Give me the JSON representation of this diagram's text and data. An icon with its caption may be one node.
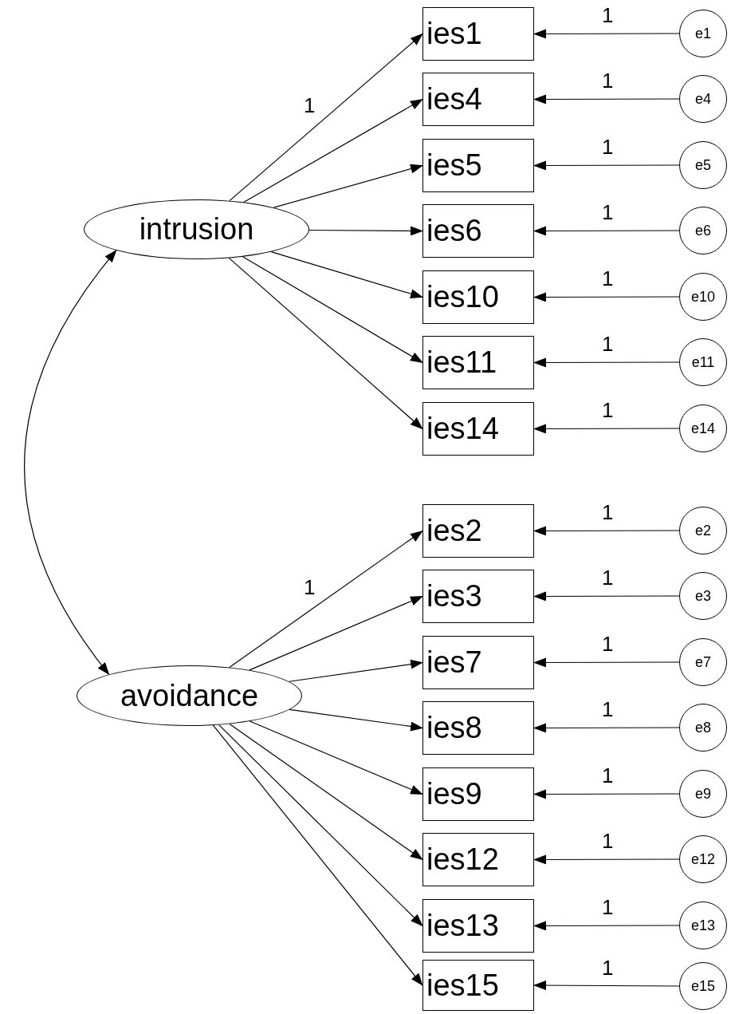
{
  "diagram": {
    "nodes": [
      {
        "text": [
          "intrusion"
        ]
      },
      {
        "text": [
          "ies1"
        ]
      },
      {
        "text": [
          "ies4"
        ]
      },
      {
        "text": [
          "ies5"
        ]
      },
      {
        "text": [
          "ies6"
        ]
      },
      {
        "text": [
          "ies10"
        ]
      },
      {
        "text": [
          "ies11"
        ]
      },
      {
        "text": [
          "ies14"
        ]
      },
      {
        "text": [
          "e1"
        ]
      },
      {
        "text": [
          "e4"
        ]
      },
      {
        "text": [
          "e5"
        ]
      },
      {
        "text": [
          "e6"
        ]
      },
      {
        "text": [
          "e10"
        ]
      },
      {
        "text": [
          "e11"
        ]
      },
      {
        "text": [
          "e14"
        ]
      },
      {
        "text": [
          "avoidance"
        ]
      },
      {
        "text": [
          "ies2"
        ]
      },
      {
        "text": [
          "ies3"
        ]
      },
      {
        "text": [
          "ies7"
        ]
      },
      {
        "text": [
          "ies8"
        ]
      },
      {
        "text": [
          "ies9"
        ]
      },
      {
        "text": [
          "ies12"
        ]
      },
      {
        "text": [
          "ies13"
        ]
      },
      {
        "text": [
          "ies15"
        ]
      },
      {
        "text": [
          "e2"
        ]
      },
      {
        "text": [
          "e3"
        ]
      },
      {
        "text": [
          "e7"
        ]
      },
      {
        "text": [
          "e8"
        ]
      },
      {
        "text": [
          "e9"
        ]
      },
      {
        "text": [
          "e12"
        ]
      },
      {
        "text": [
          "e13"
        ]
      },
      {
        "text": [
          "e15"
        ]
      }
    ],
    "edges": [
      {
        "from": 0,
        "to": 1,
        "arrow": "to",
        "label": "1"
      },
      {
        "from": 0,
        "to": 2,
        "arrow": "to"
      },
      {
        "from": 0,
        "to": 3,
        "arrow": "to"
      },
      {
        "from": 0,
        "to": 4,
        "arrow": "to"
      },
      {
        "from": 0,
        "to": 5,
        "arrow": "to"
      },
      {
        "from": 0,
        "to": 6,
        "arrow": "to"
      },
      {
        "from": 0,
        "to": 7,
        "arrow": "to"
      },
      {
        "from": 8,
        "to": 1,
        "arrow": "to",
        "label": "1"
      },
      {
        "from": 9,
        "to": 2,
        "arrow": "to",
        "label": "1"
      },
      {
        "from": 10,
        "to": 3,
        "arrow": "to",
        "label": "1"
      },
      {
        "from": 11,
        "to": 4,
        "arrow": "to",
        "label": "1"
      },
      {
        "from": 12,
        "to": 5,
        "arrow": "to",
        "label": "1"
      },
      {
        "from": 13,
        "to": 6,
        "arrow": "to",
        "label": "1"
      },
      {
        "from": 14,
        "to": 7,
        "arrow": "to",
        "label": "1"
      },
      {
        "from": 15,
        "to": 16,
        "arrow": "to",
        "label": "1"
      },
      {
        "from": 15,
        "to": 17,
        "arrow": "to"
      },
      {
        "from": 15,
        "to": 18,
        "arrow": "to"
      },
      {
        "from": 15,
        "to": 19,
        "arrow": "to"
      },
      {
        "from": 15,
        "to": 20,
        "arrow": "to"
      },
      {
        "from": 15,
        "to": 21,
        "arrow": "to"
      },
      {
        "from": 15,
        "to": 22,
        "arrow": "to"
      },
      {
        "from": 15,
        "to": 23,
        "arrow": "to"
      },
      {
        "from": 24,
        "to": 16,
        "arrow": "to",
        "label": "1"
      },
      {
        "from": 25,
        "to": 17,
        "arrow": "to",
        "label": "1"
      },
      {
        "from": 26,
        "to": 18,
        "arrow": "to",
        "label": "1"
      },
      {
        "from": 27,
        "to": 19,
        "arrow": "to",
        "label": "1"
      },
      {
        "from": 28,
        "to": 20,
        "arrow": "to",
        "label": "1"
      },
      {
        "from": 29,
        "to": 21,
        "arrow": "to",
        "label": "1"
      },
      {
        "from": 30,
        "to": 22,
        "arrow": "to",
        "label": "1"
      },
      {
        "from": 31,
        "to": 23,
        "arrow": "to",
        "label": "1"
      },
      {
        "from": 0,
        "to": 15,
        "arrow": "both"
      }
    ]
  }
}
